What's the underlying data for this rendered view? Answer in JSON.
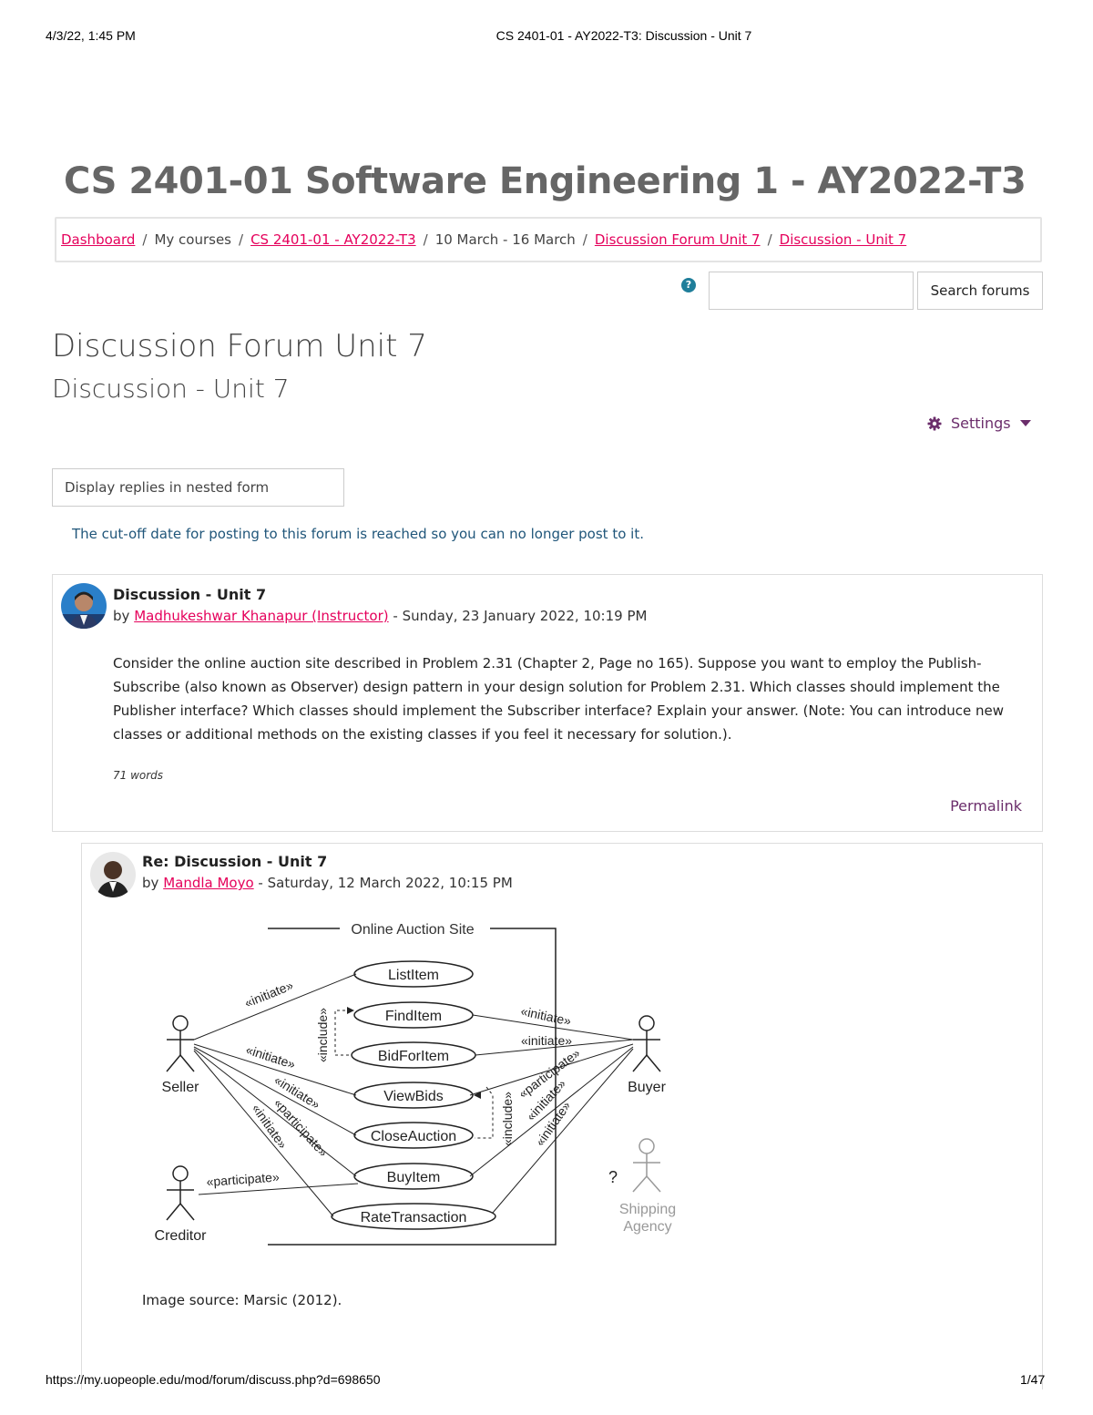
{
  "print_header": {
    "datetime": "4/3/22, 1:45 PM",
    "page_title": "CS 2401-01 - AY2022-T3: Discussion - Unit 7"
  },
  "course_title": "CS 2401-01 Software Engineering 1 - AY2022-T3",
  "breadcrumb": {
    "items": [
      {
        "label": "Dashboard",
        "link": true
      },
      {
        "label": "My courses",
        "link": false
      },
      {
        "label": "CS 2401-01 - AY2022-T3",
        "link": true
      },
      {
        "label": "10 March - 16 March",
        "link": false
      },
      {
        "label": "Discussion Forum Unit 7",
        "link": true
      },
      {
        "label": "Discussion - Unit 7",
        "link": true
      }
    ],
    "separator": "/"
  },
  "search": {
    "help_icon": "?",
    "button_label": "Search forums",
    "value": ""
  },
  "headings": {
    "forum": "Discussion Forum Unit 7",
    "discussion": "Discussion - Unit 7"
  },
  "settings": {
    "label": "Settings",
    "icon": "gear-icon"
  },
  "display_mode": {
    "selected": "Display replies in nested form"
  },
  "cutoff_notice": "The cut-off date for posting to this forum is reached so you can no longer post to it.",
  "posts": [
    {
      "subject": "Discussion - Unit 7",
      "by": "by",
      "author": "Madhukeshwar Khanapur (Instructor)",
      "date": " - Sunday, 23 January 2022, 10:19 PM",
      "body": "Consider the online auction site described in Problem 2.31 (Chapter 2, Page no 165). Suppose you want to employ the Publish-Subscribe (also known as Observer) design pattern in your design solution for Problem 2.31. Which classes should implement the Publisher interface? Which classes should implement the Subscriber interface? Explain your answer. (Note: You can introduce new classes or additional methods on the existing classes if you feel it necessary for solution.).",
      "word_count": "71 words",
      "permalink": "Permalink"
    },
    {
      "subject": "Re: Discussion - Unit 7",
      "by": "by",
      "author": "Mandla Moyo",
      "date": " - Saturday, 12 March 2022, 10:15 PM",
      "image_source": "Image source: Marsic (2012)."
    }
  ],
  "diagram": {
    "title": "Online Auction Site",
    "use_cases": [
      "ListItem",
      "FindItem",
      "BidForItem",
      "ViewBids",
      "CloseAuction",
      "BuyItem",
      "RateTransaction"
    ],
    "actors": {
      "seller": "Seller",
      "buyer": "Buyer",
      "creditor": "Creditor",
      "shipping_line1": "Shipping",
      "shipping_line2": "Agency",
      "unknown_mark": "?"
    },
    "stereotypes": {
      "initiate": "«initiate»",
      "include": "«include»",
      "participate": "«participate»"
    }
  },
  "print_footer": {
    "url": "https://my.uopeople.edu/mod/forum/discuss.php?d=698650",
    "page": "1/47"
  }
}
